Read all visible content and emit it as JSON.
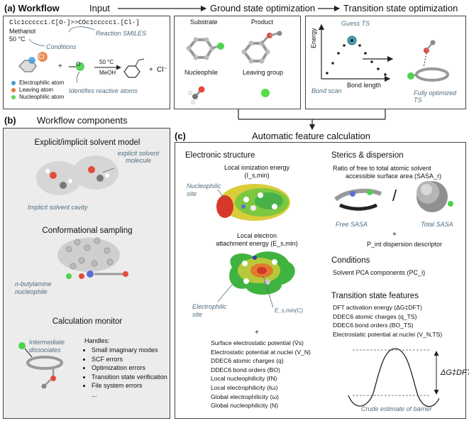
{
  "a": {
    "label": "(a)",
    "workflow": "Workflow",
    "input": "Input",
    "ground": "Ground state optimization",
    "transition": "Transition state optimization",
    "smiles_line": "Clc1ccccc1.C[O-]>>COc1ccccc1.[Cl-]",
    "smiles_note": "Reaction SMILES",
    "cond1": "Methanol",
    "cond2": "50 °C",
    "cond_note": "Conditions",
    "arrow_top": "50 °C",
    "arrow_bot": "MeOH",
    "plus1": "+",
    "plus2": "+",
    "cl_minus": "Cl⁻",
    "cl_atom": "Cl",
    "o_minus": "O⁻",
    "legend": [
      "Electrophilic atom",
      "Leaving atom",
      "Nucleophilic atom"
    ],
    "identifies": "Identifies reactive atoms",
    "substrate": "Substrate",
    "product": "Product",
    "nucleophile": "Nucleophile",
    "leaving_group": "Leaving group",
    "guess_ts": "Guess TS",
    "energy": "Energy",
    "bond_length": "Bond length",
    "bond_scan": "Bond scan",
    "fully_opt": "Fully optimized TS"
  },
  "b": {
    "label": "(b)",
    "title": "Workflow components",
    "solvent_title": "Explicit/implicit solvent model",
    "explicit": "explicit solvent molecule",
    "implicit": "Implicit solvent cavity",
    "conf_title": "Conformational sampling",
    "nbutyl": "n-butylamine nucleophile",
    "monitor_title": "Calculation monitor",
    "intermediate": "Intermediate dissociates",
    "handles": "Handles:",
    "handle_items": [
      "Small imaginary modes",
      "SCF errors",
      "Optimization errors",
      "Transition state verification",
      "File system errors",
      "..."
    ]
  },
  "c": {
    "label": "(c)",
    "title": "Automatic feature calculation",
    "electronic": "Electronic structure",
    "lie": "Local ionization energy",
    "lie_sym": "(I_s,min)",
    "nucleophilic_site": "Nucleophilic site",
    "leae1": "Local electron",
    "leae2": "attachment energy (E_s,min)",
    "es_c": "E_s,min(C)",
    "electrophilic_site": "Electrophilic site",
    "plus": "+",
    "features": [
      "Surface electrostatic potential (V̄s)",
      "Electrostatic potential at nuclei (V_N)",
      "DDEC6 atomic charges (q)",
      "DDEC6 bond orders (BO)",
      "Local nucleophilicity (ℓN)",
      "Local electrophilicity (ℓω)",
      "Global electrophilicity (ω)",
      "Global nucleophilicity (N)"
    ],
    "sterics": "Sterics & dispersion",
    "ratio1": "Ratio of free to total atomic solvent",
    "ratio2": "accessible surface area (SASA_r)",
    "free_sasa": "Free SASA",
    "total_sasa": "Total SASA",
    "slash": "/",
    "plus2": "+",
    "pint": "P_int dispersion descriptor",
    "conditions": "Conditions",
    "solvent_pca": "Solvent PCA components (PC_i)",
    "ts_features": "Transition state features",
    "ts_list": [
      "DFT activation energy (ΔG‡DFT)",
      "DDEC6 atomic charges (q_TS)",
      "DDEC6 bond orders (BO_TS)",
      "Electrostatic potential at nuclei (V_N,TS)"
    ],
    "dg": "ΔG‡DFT",
    "crude": "Crude estimate of barrier"
  },
  "colors": {
    "electrophilic": "#3d9bd4",
    "leaving": "#e8773a",
    "nucleophilic": "#5fd35f",
    "annotation": "#4f6d80"
  }
}
